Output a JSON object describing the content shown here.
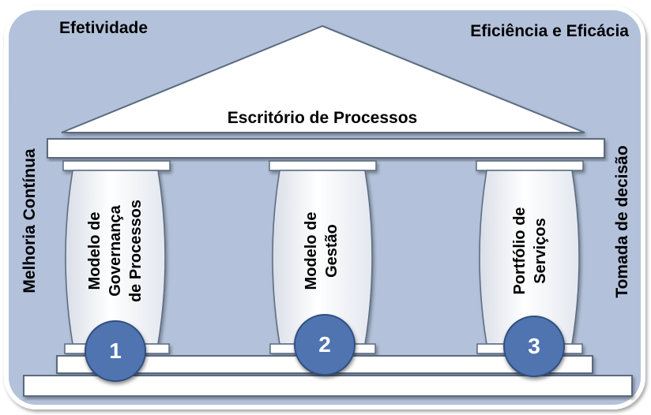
{
  "labels": {
    "top_left": "Efetividade",
    "top_right": "Eficiência e Eficácia",
    "left_side": "Melhoria Contínua",
    "right_side": "Tomada de decisão",
    "roof": "Escritório de Processos"
  },
  "pillars": [
    {
      "number": "1",
      "lines": [
        "Modelo de",
        "Governança",
        "de Processos"
      ]
    },
    {
      "number": "2",
      "lines": [
        "Modelo de",
        "Gestão"
      ]
    },
    {
      "number": "3",
      "lines": [
        "Portfólio de",
        "Serviços"
      ]
    }
  ],
  "colors": {
    "background": "#b3c2da",
    "structure_fill": "#ffffff",
    "structure_stroke": "#5a6a80",
    "badge_fill": "#4f74b0"
  }
}
